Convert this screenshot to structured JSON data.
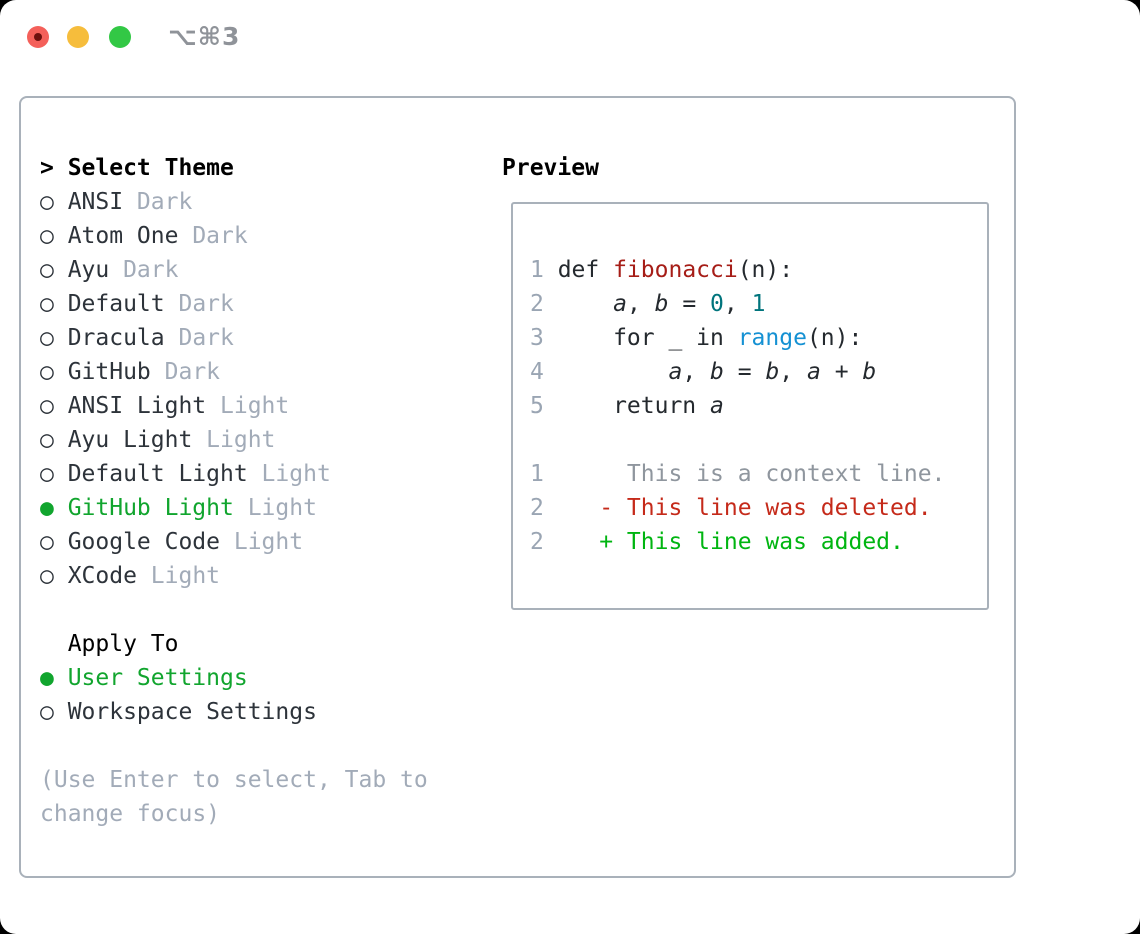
{
  "window": {
    "shortcut_label": "⌥⌘3",
    "traffic_lights": [
      "close",
      "minimize",
      "zoom"
    ]
  },
  "theme_picker": {
    "header_marker": ">",
    "header": "Select Theme",
    "items": [
      {
        "marker": "○",
        "name": "ANSI",
        "suffix": " Dark",
        "selected": false
      },
      {
        "marker": "○",
        "name": "Atom One",
        "suffix": " Dark",
        "selected": false
      },
      {
        "marker": "○",
        "name": "Ayu",
        "suffix": " Dark",
        "selected": false
      },
      {
        "marker": "○",
        "name": "Default",
        "suffix": " Dark",
        "selected": false
      },
      {
        "marker": "○",
        "name": "Dracula",
        "suffix": " Dark",
        "selected": false
      },
      {
        "marker": "○",
        "name": "GitHub",
        "suffix": " Dark",
        "selected": false
      },
      {
        "marker": "○",
        "name": "ANSI Light",
        "suffix": " Light",
        "selected": false
      },
      {
        "marker": "○",
        "name": "Ayu Light",
        "suffix": " Light",
        "selected": false
      },
      {
        "marker": "○",
        "name": "Default Light",
        "suffix": " Light",
        "selected": false
      },
      {
        "marker": "●",
        "name": "GitHub Light",
        "suffix": " Light",
        "selected": true
      },
      {
        "marker": "○",
        "name": "Google Code",
        "suffix": " Light",
        "selected": false
      },
      {
        "marker": "○",
        "name": "XCode",
        "suffix": " Light",
        "selected": false
      }
    ]
  },
  "apply_to": {
    "header": "Apply To",
    "options": [
      {
        "marker": "●",
        "label": "User Settings",
        "selected": true
      },
      {
        "marker": "○",
        "label": "Workspace Settings",
        "selected": false
      }
    ]
  },
  "hint": {
    "line1": "(Use Enter to select, Tab to",
    "line2": "change focus)"
  },
  "preview": {
    "title": "Preview",
    "code": [
      {
        "num": "1",
        "t0": "def ",
        "t1": "fibonacci",
        "t2": "(n):"
      },
      {
        "num": "2",
        "t0": "    ",
        "t1": "a",
        "t2": ", ",
        "t3": "b",
        "t4": " = ",
        "t5": "0",
        "t6": ", ",
        "t7": "1"
      },
      {
        "num": "3",
        "t0": "    for _ in ",
        "t1": "range",
        "t2": "(n):"
      },
      {
        "num": "4",
        "t0": "        ",
        "t1": "a",
        "t2": ", ",
        "t3": "b",
        "t4": " = ",
        "t5": "b",
        "t6": ", ",
        "t7": "a",
        "t8": " + ",
        "t9": "b"
      },
      {
        "num": "5",
        "t0": "    return ",
        "t1": "a"
      }
    ],
    "diff": [
      {
        "num": "1",
        "text": "     This is a context line.",
        "type": "context"
      },
      {
        "num": "2",
        "text": "   - This line was deleted.",
        "type": "deleted"
      },
      {
        "num": "2",
        "text": "   + This line was added.",
        "type": "added"
      }
    ]
  },
  "colors": {
    "selection_green": "#11a52e",
    "added_green": "#00b511",
    "deleted_red": "#c52a1a",
    "context_gray": "#8f969e",
    "function_red": "#a61d17",
    "builtin_blue": "#1591d3",
    "number_teal": "#00747c",
    "muted_gray": "#a2abb8",
    "line_number_gray": "#9aa5b3",
    "border_gray": "#a9b1ba",
    "traffic_red": "#f4605a",
    "traffic_yellow": "#f6bd3c",
    "traffic_green": "#32c845"
  }
}
